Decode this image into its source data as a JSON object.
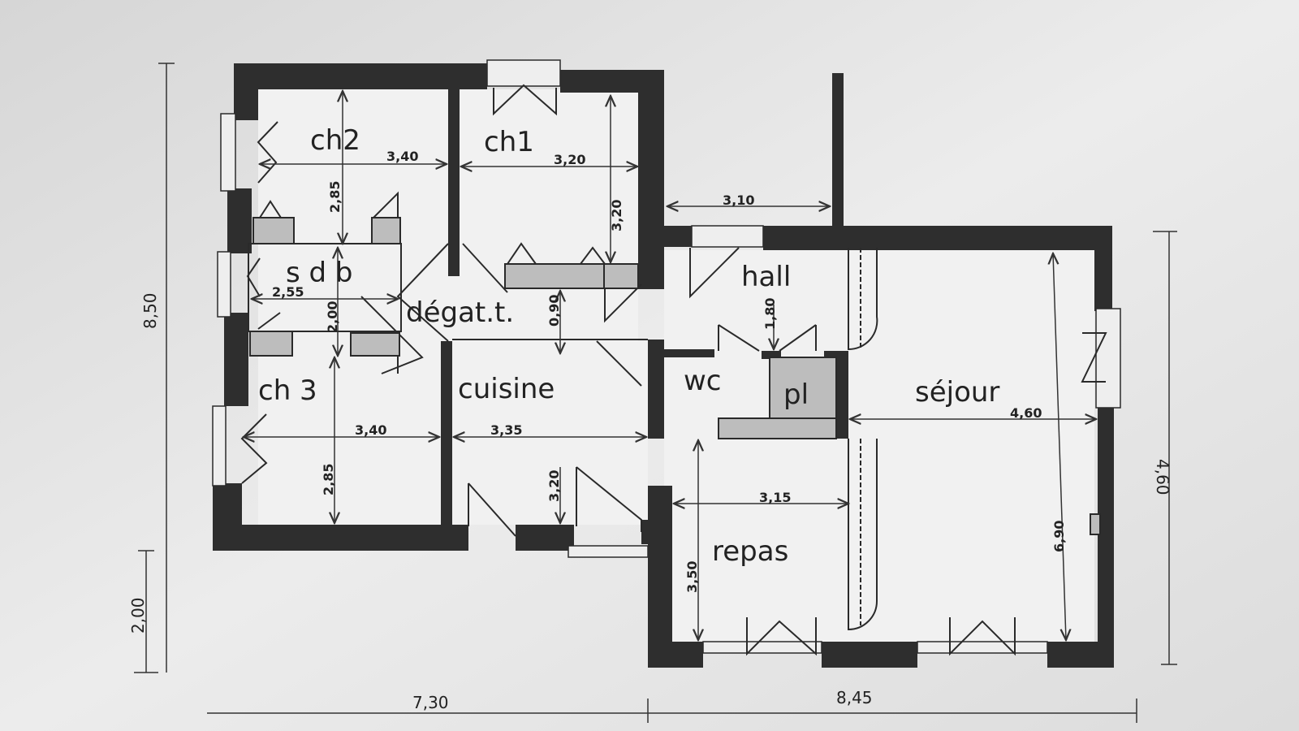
{
  "rooms": {
    "ch2": "ch2",
    "ch1": "ch1",
    "sdb": "s d b",
    "degat": "dégat.t.",
    "hall": "hall",
    "wc": "wc",
    "pl": "pl",
    "ch3": "ch 3",
    "cuisine": "cuisine",
    "sejour": "séjour",
    "repas": "repas"
  },
  "dimensions": {
    "overall_left": "8,50",
    "overall_left_lower": "2,00",
    "overall_bottom_left": "7,30",
    "overall_bottom_right": "8,45",
    "overall_right": "4,60",
    "ch2_width": "3,40",
    "ch2_depth": "2,85",
    "ch1_width": "3,20",
    "ch1_depth": "3,20",
    "terrace_width": "3,10",
    "sdb_width": "2,55",
    "sdb_depth": "2,00",
    "degat_width": "0,90",
    "hall_depth": "1,80",
    "ch3_width": "3,40",
    "ch3_depth": "2,85",
    "cuisine_width": "3,35",
    "cuisine_depth": "3,20",
    "repas_width": "3,15",
    "repas_depth": "3,50",
    "sejour_width": "4,60",
    "sejour_depth": "6,90"
  }
}
